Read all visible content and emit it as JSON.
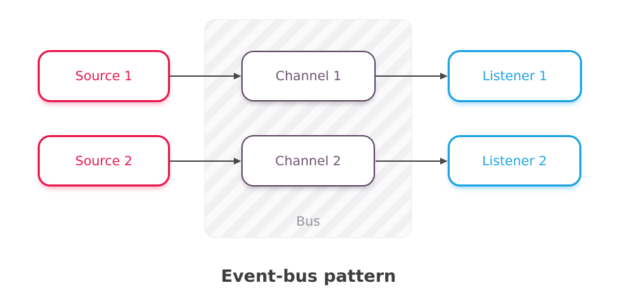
{
  "diagram": {
    "title": "Event-bus pattern",
    "bus": {
      "label": "Bus"
    },
    "sources": [
      "Source 1",
      "Source 2"
    ],
    "channels": [
      "Channel 1",
      "Channel 2"
    ],
    "listeners": [
      "Listener 1",
      "Listener 2"
    ],
    "connections": [
      {
        "from": "Source 1",
        "to": "Channel 1"
      },
      {
        "from": "Channel 1",
        "to": "Listener 1"
      },
      {
        "from": "Source 2",
        "to": "Channel 2"
      },
      {
        "from": "Channel 2",
        "to": "Listener 2"
      }
    ],
    "colors": {
      "source_accent": "#e8194f",
      "channel_border": "#5e4a62",
      "channel_text": "#6f5572",
      "listener_accent": "#1da4e2",
      "arrow": "#4a4a4b",
      "bus_stripe": "#f1f1f4",
      "bus_background": "#fafafb",
      "bus_border": "#ececef",
      "bus_label_text": "#94949a",
      "title_text": "#3e3e40",
      "page_background": "#ffffff"
    }
  }
}
